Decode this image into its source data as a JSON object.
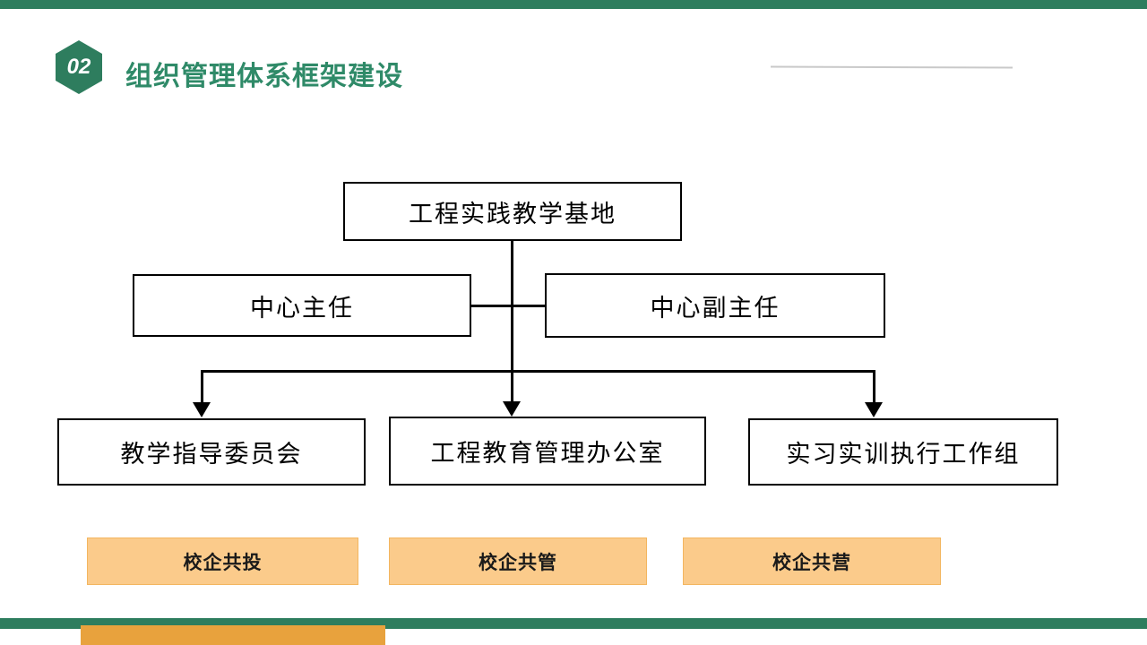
{
  "header": {
    "badge": "02",
    "title": "组织管理体系框架建设"
  },
  "org_chart": {
    "root": {
      "label": "工程实践教学基地"
    },
    "level2": [
      {
        "label": "中心主任"
      },
      {
        "label": "中心副主任"
      }
    ],
    "level3": [
      {
        "label": "教学指导委员会"
      },
      {
        "label": "工程教育管理办公室"
      },
      {
        "label": "实习实训执行工作组"
      }
    ]
  },
  "tags": [
    {
      "label": "校企共投"
    },
    {
      "label": "校企共管"
    },
    {
      "label": "校企共营"
    }
  ],
  "colors": {
    "brand_green": "#2e7d5e",
    "title_green": "#2f8a68",
    "tag_orange": "#fbcb8b",
    "accent_orange": "#e8a23d",
    "box_border": "#000000"
  }
}
